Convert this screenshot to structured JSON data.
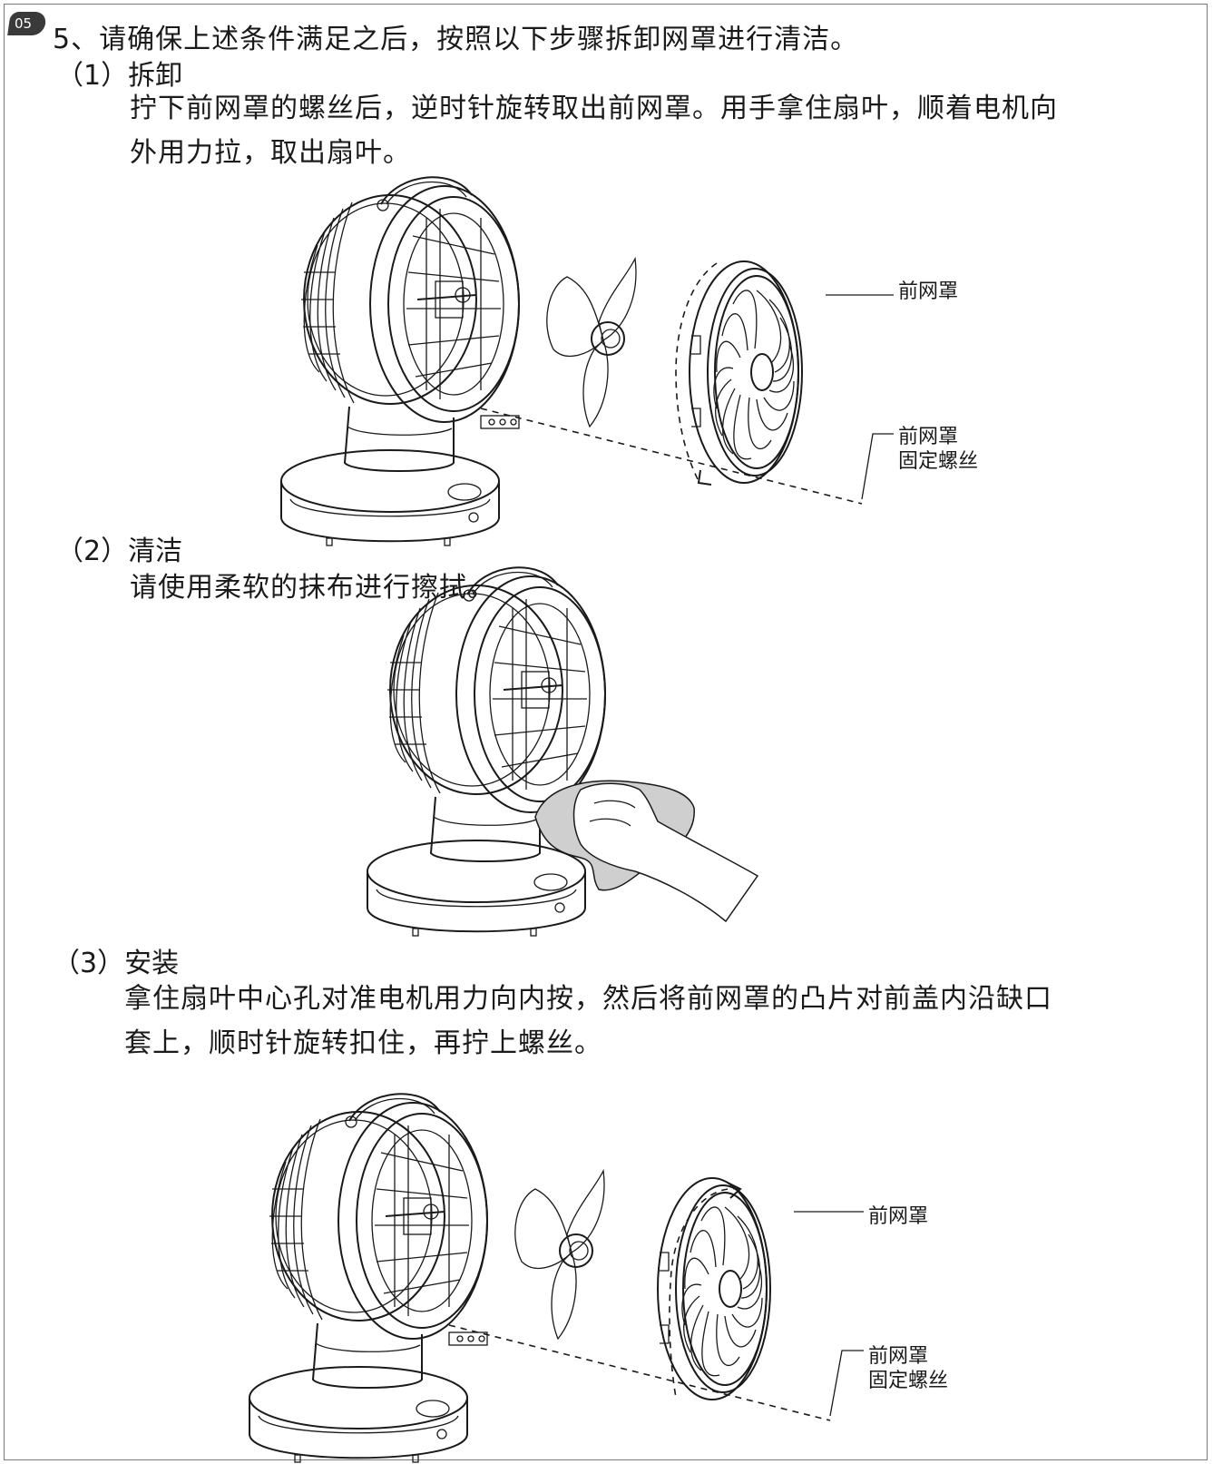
{
  "step_badge": "05",
  "intro": "5、请确保上述条件满足之后，按照以下步骤拆卸网罩进行清洁。",
  "sections": [
    {
      "heading": "（1）拆卸",
      "lines": [
        "拧下前网罩的螺丝后，逆时针旋转取出前网罩。用手拿住扇叶，顺着电机向",
        "外用力拉，取出扇叶。"
      ],
      "labels": {
        "front_guard": "前网罩",
        "screw_line1": "前网罩",
        "screw_line2": "固定螺丝"
      }
    },
    {
      "heading": "（2）清洁",
      "lines": [
        "请使用柔软的抹布进行擦拭。"
      ]
    },
    {
      "heading": "（3）安装",
      "lines": [
        "拿住扇叶中心孔对准电机用力向内按，然后将前网罩的凸片对前盖内沿缺口",
        "套上，顺时针旋转扣住，再拧上螺丝。"
      ],
      "labels": {
        "front_guard": "前网罩",
        "screw_line1": "前网罩",
        "screw_line2": "固定螺丝"
      }
    }
  ]
}
